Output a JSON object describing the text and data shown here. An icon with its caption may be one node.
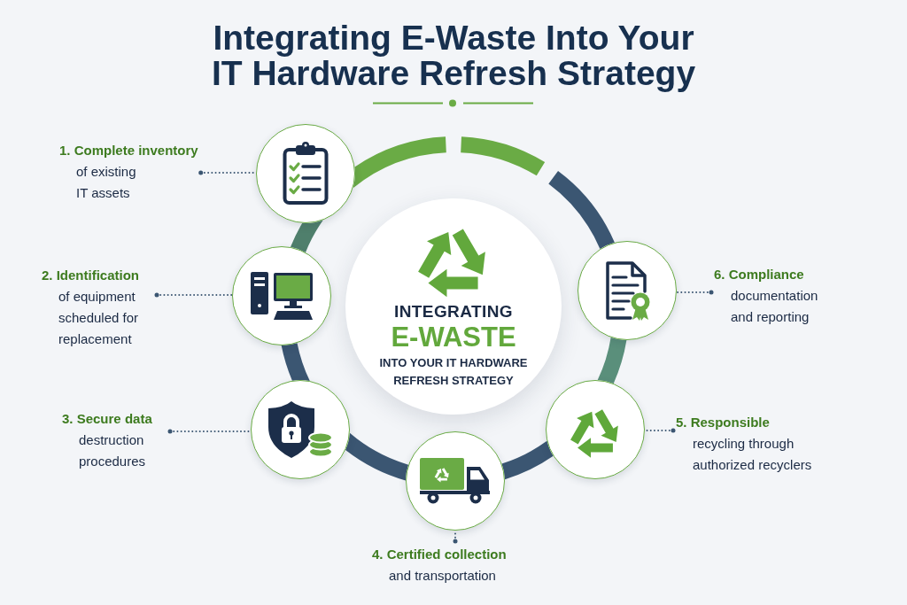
{
  "diagram": {
    "title": "Integrating E-Waste Into Your IT Hardware Refresh Strategy",
    "nodes": [
      {
        "text": [
          "INTEGRATING",
          "E-WASTE",
          "INTO YOUR IT HARDWARE REFRESH STRATEGY"
        ]
      },
      {
        "text": [
          "1. Complete inventory",
          "of existing IT assets"
        ]
      },
      {
        "text": [],
        "shape": "circle"
      },
      {
        "text": [
          "2. Identification",
          "of equipment scheduled for replacement"
        ]
      },
      {
        "text": [],
        "shape": "circle"
      },
      {
        "text": [
          "3. Secure data",
          "destruction procedures"
        ]
      },
      {
        "text": [],
        "shape": "circle"
      },
      {
        "text": [
          "4. Certified collection",
          "and transportation"
        ]
      },
      {
        "text": [],
        "shape": "circle"
      },
      {
        "text": [
          "5. Responsible",
          "recycling through authorized recyclers"
        ]
      },
      {
        "text": [],
        "shape": "circle"
      },
      {
        "text": [
          "6. Compliance",
          "documentation and reporting"
        ]
      },
      {
        "text": [],
        "shape": "circle"
      }
    ],
    "edges": [
      {
        "from": 1,
        "to": 2,
        "arrow": "other",
        "style": "dashed"
      },
      {
        "from": 3,
        "to": 4,
        "arrow": "other",
        "style": "dashed"
      },
      {
        "from": 5,
        "to": 6,
        "arrow": "other",
        "style": "dashed"
      },
      {
        "from": 7,
        "to": 8,
        "arrow": "other",
        "style": "dashed"
      },
      {
        "from": 9,
        "to": 10,
        "arrow": "other",
        "style": "dashed"
      },
      {
        "from": 11,
        "to": 12,
        "arrow": "other",
        "style": "dashed"
      },
      {
        "from": 2,
        "to": 4,
        "arrow": "none",
        "style": "thick",
        "color": "#4f7f6c"
      },
      {
        "from": 4,
        "to": 6,
        "arrow": "none",
        "style": "thick"
      },
      {
        "from": 6,
        "to": 8,
        "arrow": "none",
        "style": "thick"
      },
      {
        "from": 8,
        "to": 10,
        "arrow": "none",
        "style": "thick"
      },
      {
        "from": 10,
        "to": 12,
        "arrow": "none",
        "style": "thick",
        "color": "#5a8f7b"
      },
      {
        "from": 12,
        "to": 2,
        "arrow": "none",
        "style": "thick",
        "color": "#6aab45"
      }
    ]
  }
}
